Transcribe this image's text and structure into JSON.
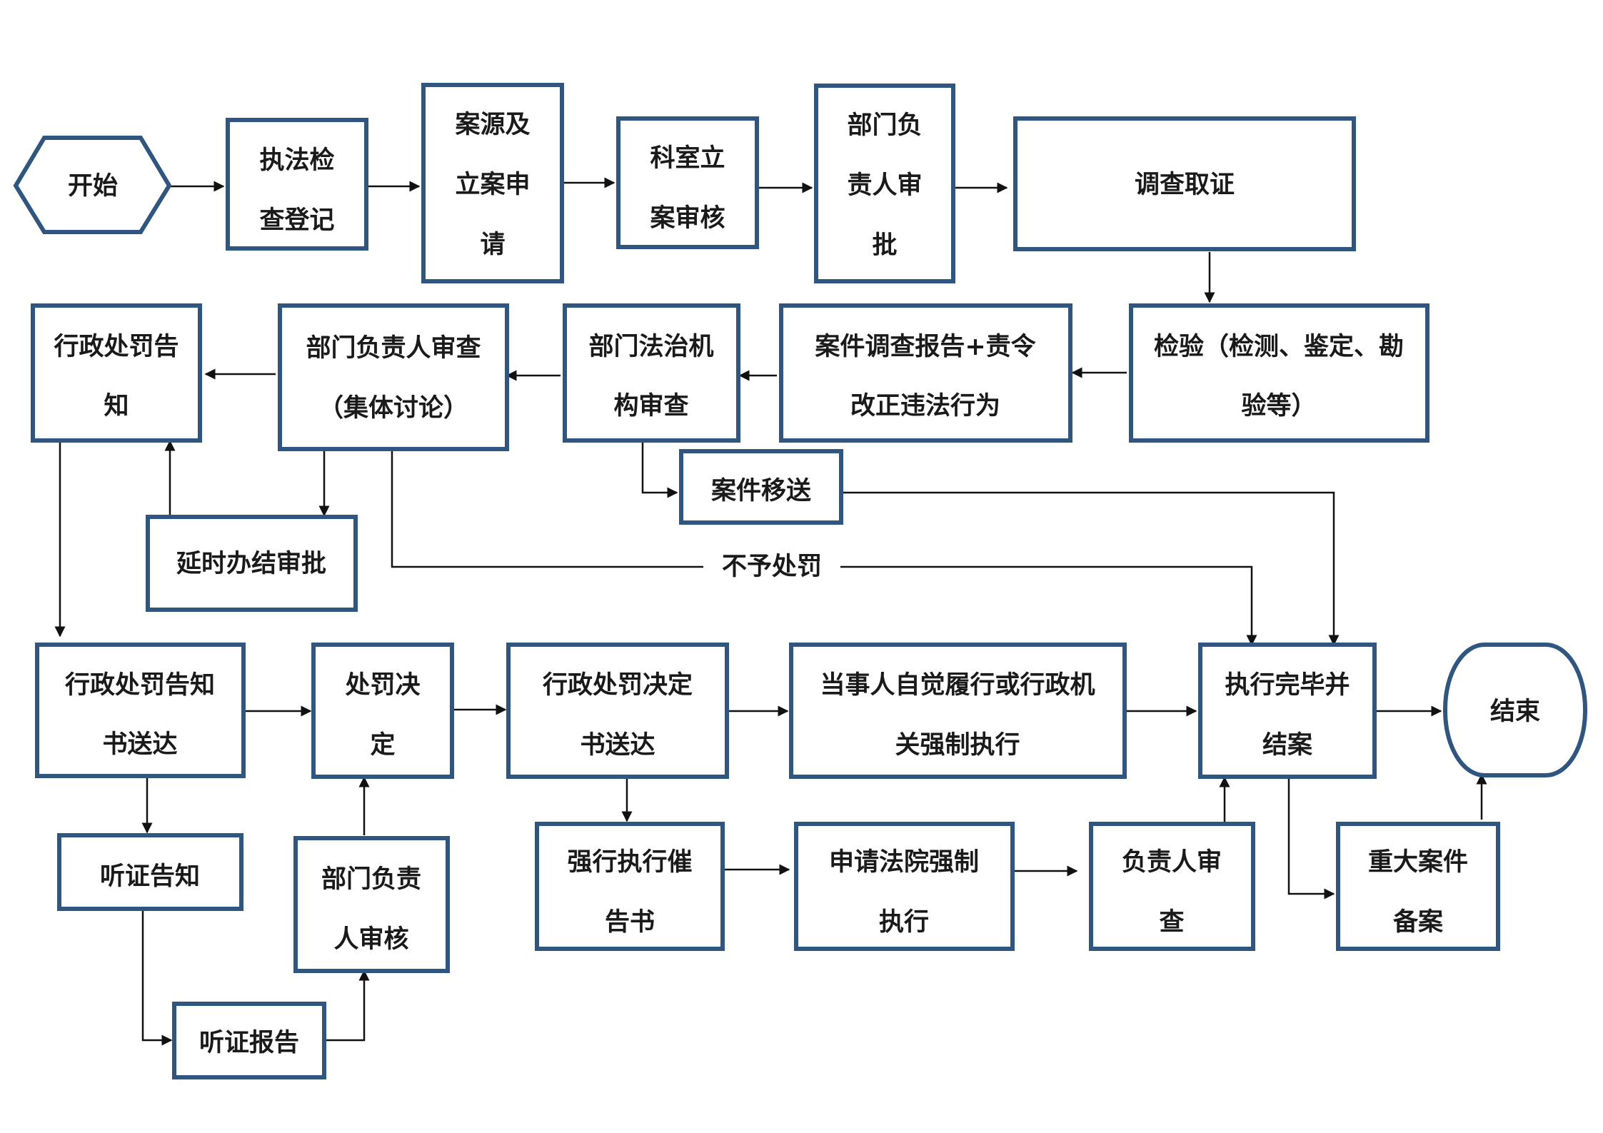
{
  "nodes": {
    "start": "开始",
    "law_check": [
      "执法检",
      "查登记"
    ],
    "case_source": [
      "案源及",
      "立案申",
      "请"
    ],
    "section_review": [
      "科室立",
      "案审核"
    ],
    "dept_approve": [
      "部门负",
      "责人审",
      "批"
    ],
    "investigate": "调查取证",
    "inspect": [
      "检验（检测、鉴定、勘",
      "验等）"
    ],
    "report": [
      "案件调查报告+责令",
      "改正违法行为"
    ],
    "legal_review": [
      "部门法治机",
      "构审查"
    ],
    "collective": [
      "部门负责人审查",
      "（集体讨论）"
    ],
    "notice": [
      "行政处罚告",
      "知"
    ],
    "delay": "延时办结审批",
    "transfer": "案件移送",
    "no_penalty": "不予处罚",
    "notice_deliver": [
      "行政处罚告知",
      "书送达"
    ],
    "decision": [
      "处罚决",
      "定"
    ],
    "decision_deliver": [
      "行政处罚决定",
      "书送达"
    ],
    "execute": [
      "当事人自觉履行或行政机",
      "关强制执行"
    ],
    "complete": [
      "执行完毕并",
      "结案"
    ],
    "end": "结束",
    "hearing_notice": "听证告知",
    "dept_check": [
      "部门负责",
      "人审核"
    ],
    "hearing_report": "听证报告",
    "urge": [
      "强行执行催",
      "告书"
    ],
    "court": [
      "申请法院强制",
      "执行"
    ],
    "resp_review": [
      "负责人审",
      "查"
    ],
    "major_record": [
      "重大案件",
      "备案"
    ]
  },
  "colors": {
    "border": "#2e5680",
    "line": "#111111",
    "text": "#1a1a1a"
  }
}
